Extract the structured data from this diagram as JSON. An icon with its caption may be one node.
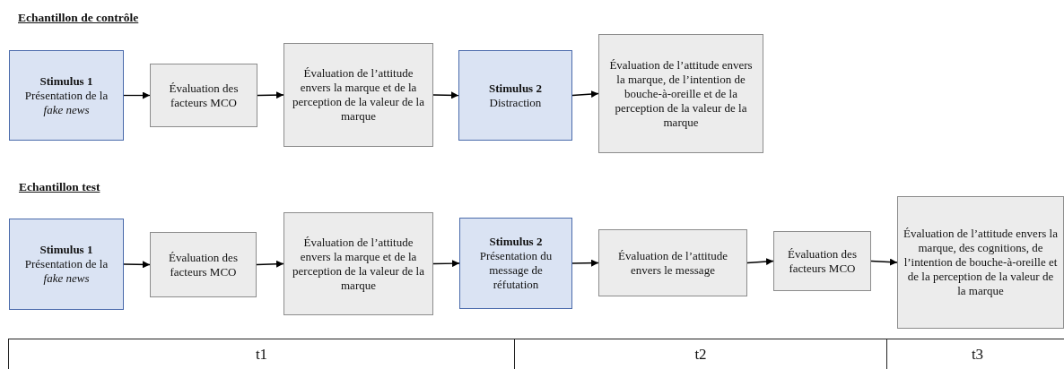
{
  "diagram": {
    "nodes": [
      {
        "text": [
          "Stimulus 1",
          "Présentation de la *fake news*"
        ]
      },
      {
        "text": [
          "Évaluation des facteurs MCO"
        ]
      },
      {
        "text": [
          "Évaluation de l’attitude envers la marque et de la perception de la valeur de la marque"
        ]
      },
      {
        "text": [
          "Stimulus 2",
          "Distraction"
        ]
      },
      {
        "text": [
          "Évaluation de l’attitude envers la marque, de l’intention de bouche-à-oreille et de la perception de la valeur de la marque"
        ]
      },
      {
        "text": [
          "Stimulus 1",
          "Présentation de la *fake news*"
        ]
      },
      {
        "text": [
          "Évaluation des facteurs MCO"
        ]
      },
      {
        "text": [
          "Évaluation de l’attitude envers la marque et de la perception de la valeur de la marque"
        ]
      },
      {
        "text": [
          "Stimulus 2",
          "Présentation du message de réfutation"
        ]
      },
      {
        "text": [
          "Évaluation de l’attitude envers le message"
        ]
      },
      {
        "text": [
          "Évaluation des facteurs MCO"
        ]
      },
      {
        "text": [
          "Évaluation de l’attitude envers la marque, des cognitions, de l’intention de bouche-à-oreille et de la perception de la valeur de la marque"
        ]
      }
    ],
    "edges": [
      {
        "from": 0,
        "to": 1,
        "arrow": "to"
      },
      {
        "from": 1,
        "to": 2,
        "arrow": "to"
      },
      {
        "from": 2,
        "to": 3,
        "arrow": "to"
      },
      {
        "from": 3,
        "to": 4,
        "arrow": "to"
      },
      {
        "from": 5,
        "to": 6,
        "arrow": "to"
      },
      {
        "from": 6,
        "to": 7,
        "arrow": "to"
      },
      {
        "from": 7,
        "to": 8,
        "arrow": "to"
      },
      {
        "from": 8,
        "to": 9,
        "arrow": "to"
      },
      {
        "from": 9,
        "to": 10,
        "arrow": "to"
      },
      {
        "from": 10,
        "to": 11,
        "arrow": "to"
      }
    ],
    "labels": [
      "Echantillon de contrôle",
      "Echantillon test",
      "t1",
      "t2",
      "t3"
    ]
  }
}
